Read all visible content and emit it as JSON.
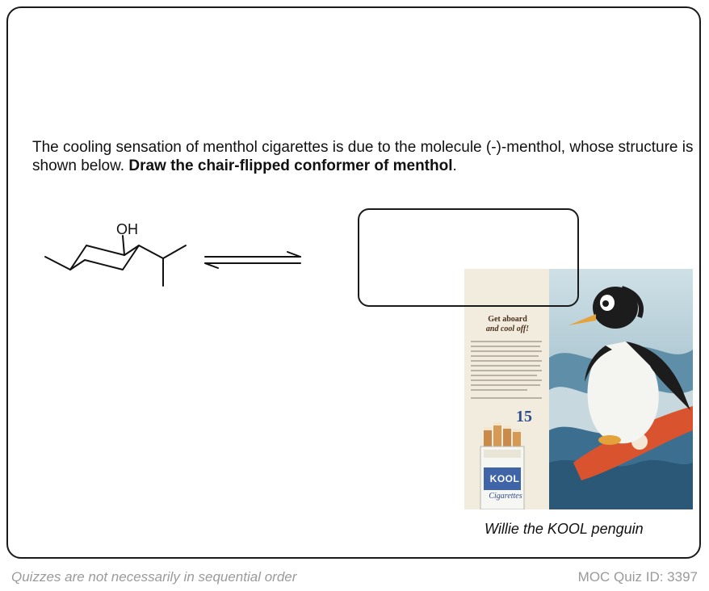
{
  "question": {
    "text_plain": "The cooling sensation of menthol cigarettes is due to the molecule (-)-menthol, whose structure is shown below. ",
    "text_bold": "Draw the chair-flipped conformer of menthol",
    "text_end": "."
  },
  "molecule": {
    "oh_label": "OH"
  },
  "ad": {
    "headline_line1": "Get aboard",
    "headline_line2": "and cool off!",
    "price": "15",
    "brand": "KOOL",
    "pack_sub": "Cigarettes"
  },
  "caption": "Willie the KOOL penguin",
  "footer": {
    "left": "Quizzes are not necessarily in sequential order",
    "right": "MOC Quiz ID: 3397"
  }
}
